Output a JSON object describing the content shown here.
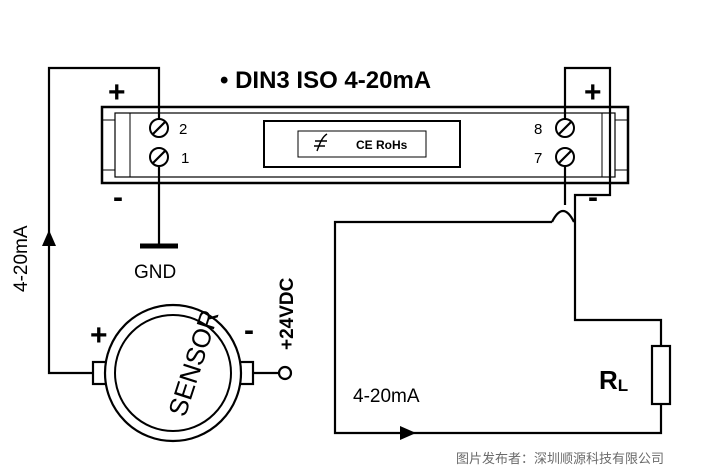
{
  "title": "• DIN3 ISO 4-20mA",
  "module": {
    "left_terminals": [
      "2",
      "1"
    ],
    "right_terminals": [
      "8",
      "7"
    ],
    "label_plate": {
      "logo_text": "CE RoHs"
    }
  },
  "signs": {
    "left_plus": "+",
    "left_minus": "-",
    "right_plus": "+",
    "right_minus": "-",
    "sensor_plus": "+",
    "sensor_minus": "-"
  },
  "labels": {
    "gnd": "GND",
    "loop_current_left": "4-20mA",
    "loop_current_bottom": "4-20mA",
    "supply": "+24VDC",
    "sensor": "SENSOR",
    "load_r": "R",
    "load_sub": "L"
  },
  "watermark": "图片发布者：深圳顺源科技有限公司"
}
